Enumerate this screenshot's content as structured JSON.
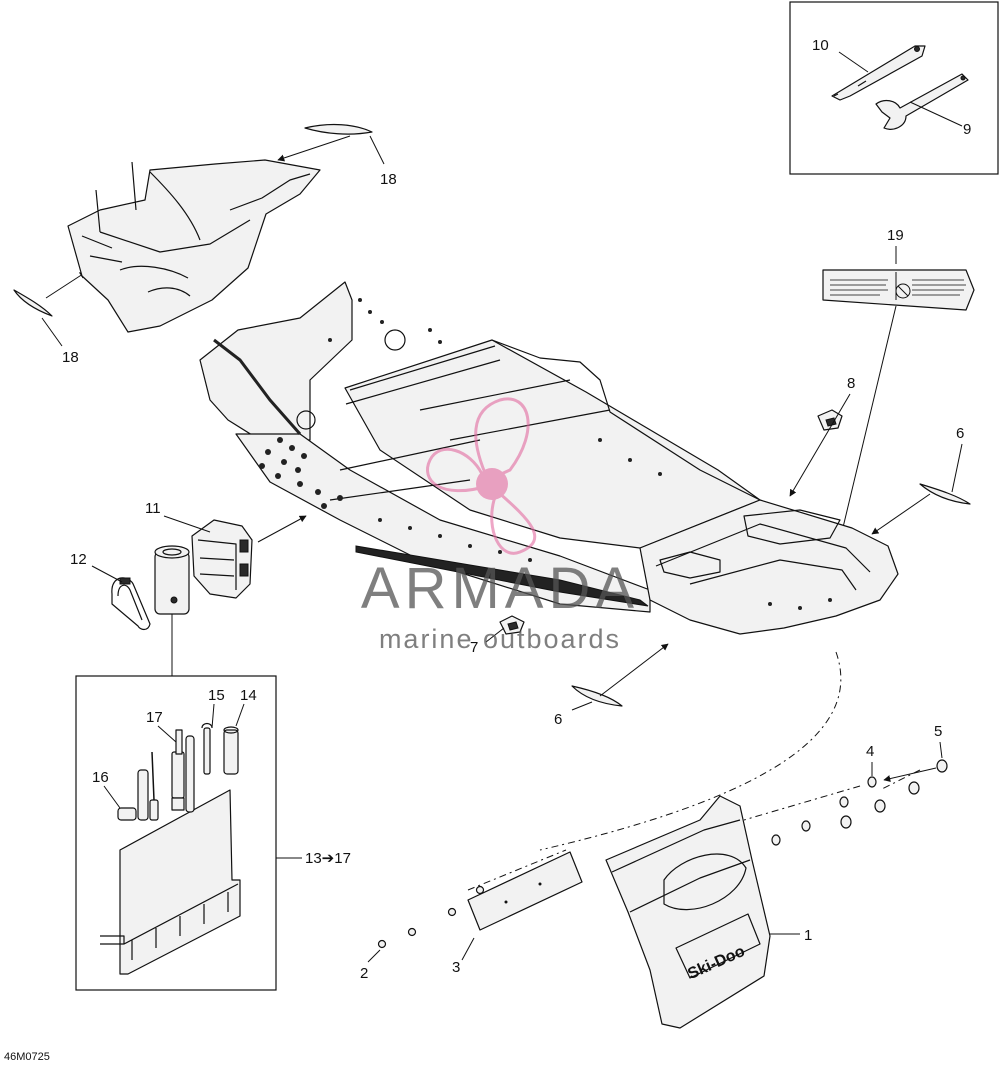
{
  "diagram_code": "46M0725",
  "watermark": {
    "brand": "ARMADA",
    "tagline": "marine outboards"
  },
  "callouts": {
    "c1": "1",
    "c2": "2",
    "c3": "3",
    "c4": "4",
    "c5": "5",
    "c6a": "6",
    "c6b": "6",
    "c7": "7",
    "c8": "8",
    "c9": "9",
    "c10": "10",
    "c11": "11",
    "c12": "12",
    "c13": "13➔17",
    "c14": "14",
    "c15": "15",
    "c16": "16",
    "c17": "17",
    "c18a": "18",
    "c18b": "18",
    "c19": "19"
  },
  "icons": {
    "arrow": "arrow-icon",
    "logo": "propeller-logo-icon"
  }
}
